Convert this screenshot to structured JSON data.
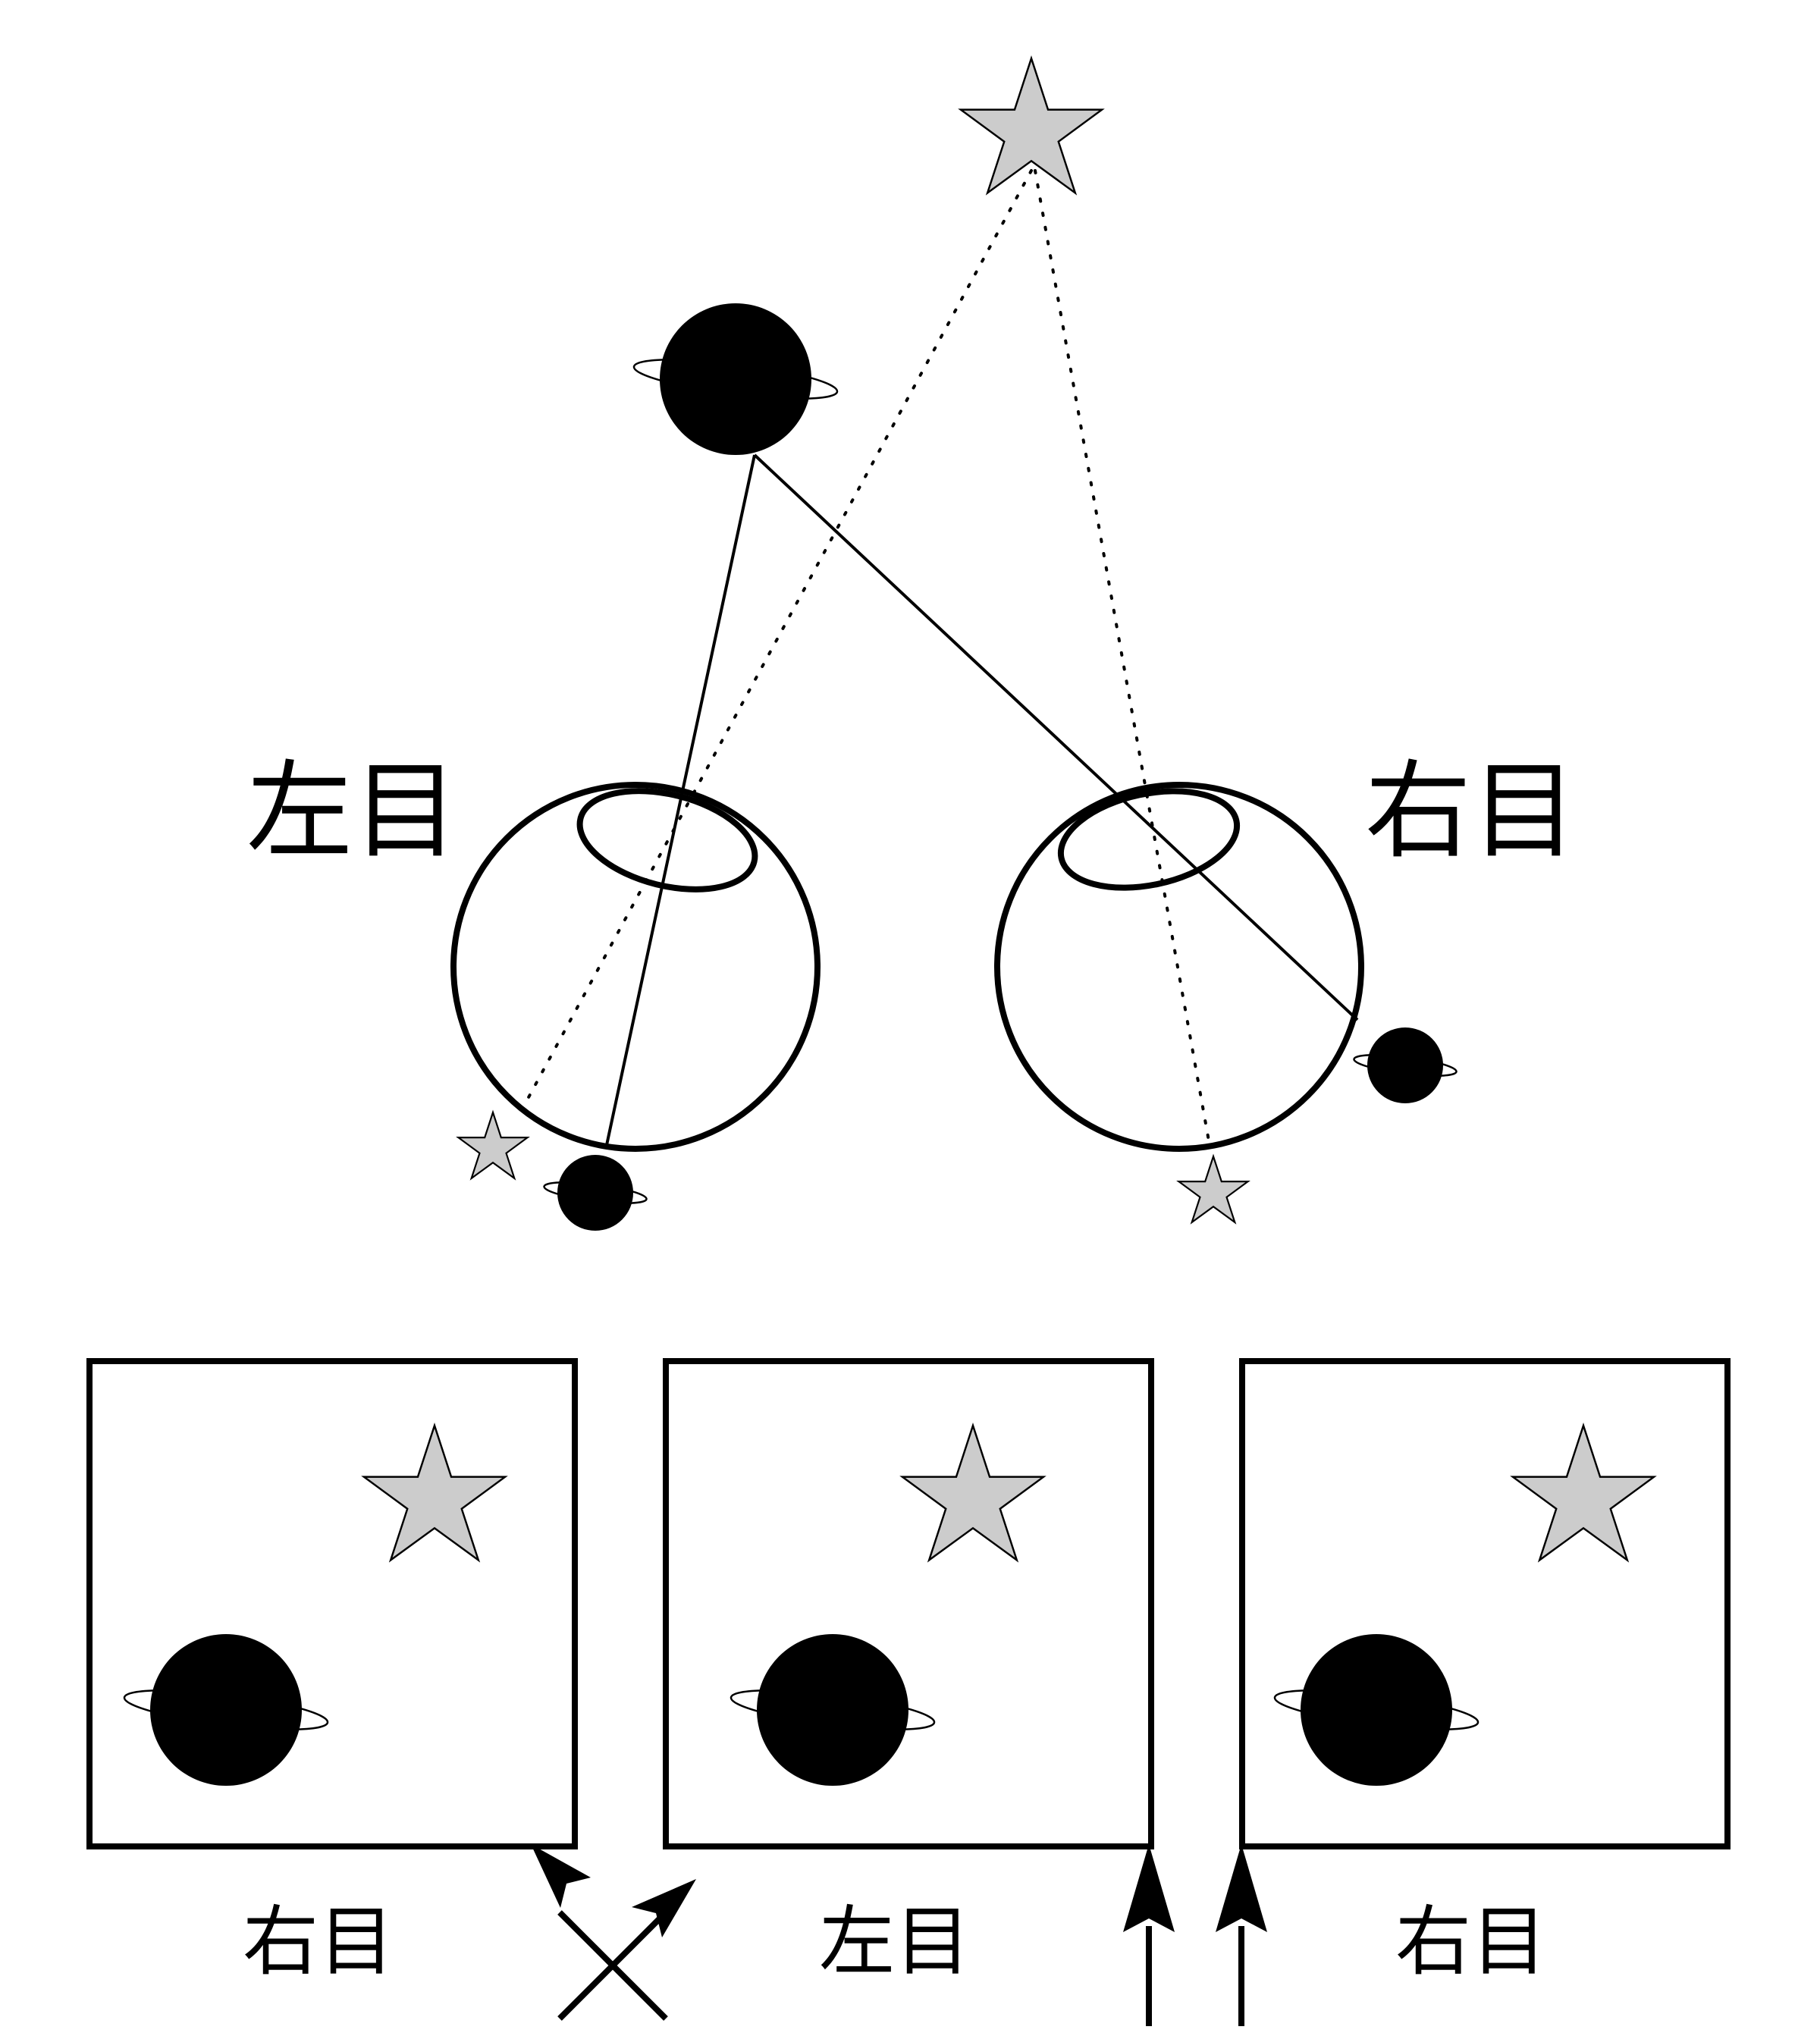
{
  "labels": {
    "left_eye": "左目",
    "right_eye": "右目"
  },
  "bottom_panels": [
    {
      "caption": "右目"
    },
    {
      "caption": "左目"
    },
    {
      "caption": "右目"
    }
  ],
  "colors": {
    "star_fill": "#cccccc",
    "planet_fill": "#000000",
    "stroke": "#000000",
    "background": "#ffffff"
  },
  "icons": {
    "star": "star-icon",
    "planet": "ringed-planet-icon",
    "arrow": "arrow-up-icon"
  }
}
